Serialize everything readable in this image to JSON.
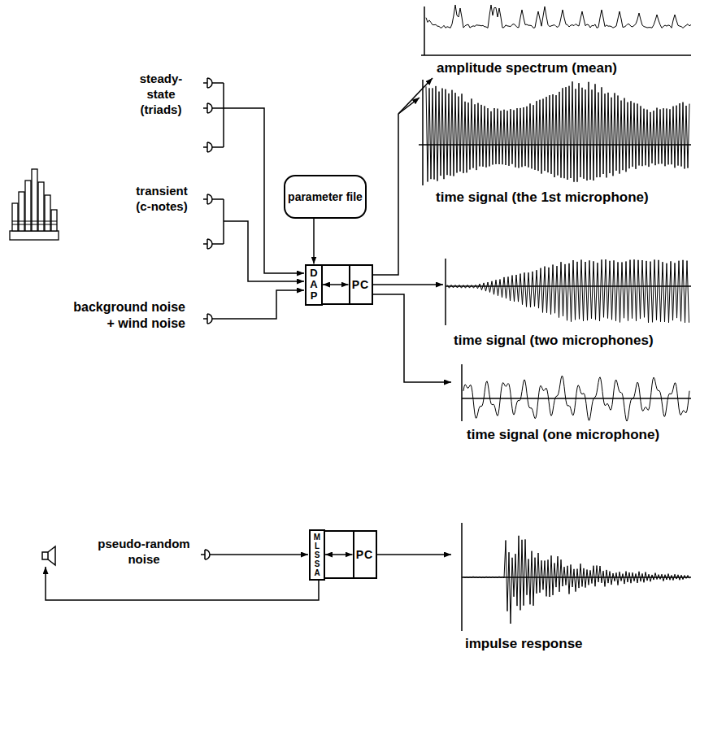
{
  "diagram": {
    "nodes": [
      {
        "text": [
          "parameter file"
        ]
      },
      {
        "text": [
          "DAP"
        ]
      },
      {
        "text": [
          "PC"
        ]
      },
      {
        "text": [
          "MLSSA"
        ]
      },
      {
        "text": [
          "PC"
        ]
      }
    ],
    "edges": [
      {
        "from": 0,
        "to": 1,
        "arrow": "to"
      },
      {
        "from": 1,
        "to": 2,
        "arrow": "both"
      },
      {
        "from": 3,
        "to": 4,
        "arrow": "both"
      }
    ],
    "labels": [
      "steady-state (triads)",
      "transient (c-notes)",
      "background noise + wind noise",
      "amplitude spectrum (mean)",
      "time signal (the 1st microphone)",
      "time signal (two microphones)",
      "time signal (one microphone)",
      "pseudo-random noise",
      "impulse response"
    ]
  }
}
